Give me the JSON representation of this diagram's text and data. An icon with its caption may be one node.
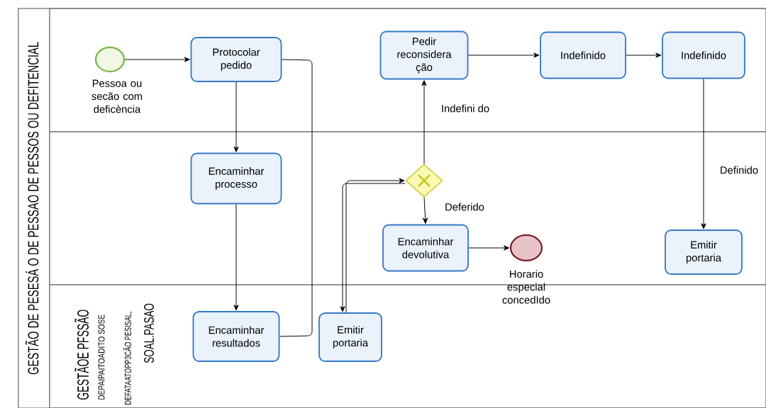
{
  "diagram": {
    "nodes": [
      {
        "text": [
          "GESTÃO DE PESESÁ O DE PESSAO DE PESSOS OU DEFITENCIAL"
        ]
      },
      {
        "text": [],
        "shape": "band",
        "in": 0
      },
      {
        "text": [],
        "shape": "band",
        "in": 0
      },
      {
        "text": [
          "GESTÃOE PFSSÃO",
          "DEPAIPAITOADITO SOSE",
          "DEFATAATOPP3CÃO PESISAL,",
          "SOAL.PASAO"
        ],
        "in": 0
      },
      {
        "text": [],
        "shape": "circle",
        "beside": [
          "Pessoa ou secão com deficència"
        ],
        "in": 1
      },
      {
        "text": [
          "Protocolar pedido"
        ],
        "in": 1
      },
      {
        "text": [
          "Encaminhar processo"
        ],
        "in": 2
      },
      {
        "text": [
          "Encaminhar resultados"
        ],
        "in": 3
      },
      {
        "text": [
          "Emitir portaria"
        ],
        "in": 3
      },
      {
        "text": [],
        "shape": "diamond",
        "in": 2
      },
      {
        "text": [
          "Pedir reconsidera ção"
        ],
        "in": 1
      },
      {
        "text": [
          "Encaminhar devolutiva"
        ],
        "in": 2
      },
      {
        "text": [],
        "shape": "circle",
        "beside": [
          "Horario especial concedIdo"
        ],
        "in": 2
      },
      {
        "text": [
          "Indefinido"
        ],
        "in": 1
      },
      {
        "text": [
          "Indefinido"
        ],
        "in": 1
      },
      {
        "text": [
          "Emitir portaria"
        ],
        "in": 2
      }
    ],
    "edges": [
      {
        "from": 4,
        "to": 5,
        "arrow": "to"
      },
      {
        "from": 5,
        "to": 6,
        "arrow": "to"
      },
      {
        "from": 6,
        "to": 7,
        "arrow": "to"
      },
      {
        "from": 5,
        "to": 7,
        "arrow": "none"
      },
      {
        "from": 8,
        "to": 9,
        "arrow": "to"
      },
      {
        "from": 9,
        "to": 8,
        "arrow": "to"
      },
      {
        "from": 9,
        "to": 10,
        "arrow": "to",
        "label": "Indefini do"
      },
      {
        "from": 9,
        "to": 11,
        "arrow": "to",
        "label": "Deferido"
      },
      {
        "from": 11,
        "to": 12,
        "arrow": "to"
      },
      {
        "from": 10,
        "to": 13,
        "arrow": "to"
      },
      {
        "from": 13,
        "to": 14,
        "arrow": "to"
      },
      {
        "from": 14,
        "to": 15,
        "arrow": "to",
        "label": "Definido"
      }
    ]
  }
}
